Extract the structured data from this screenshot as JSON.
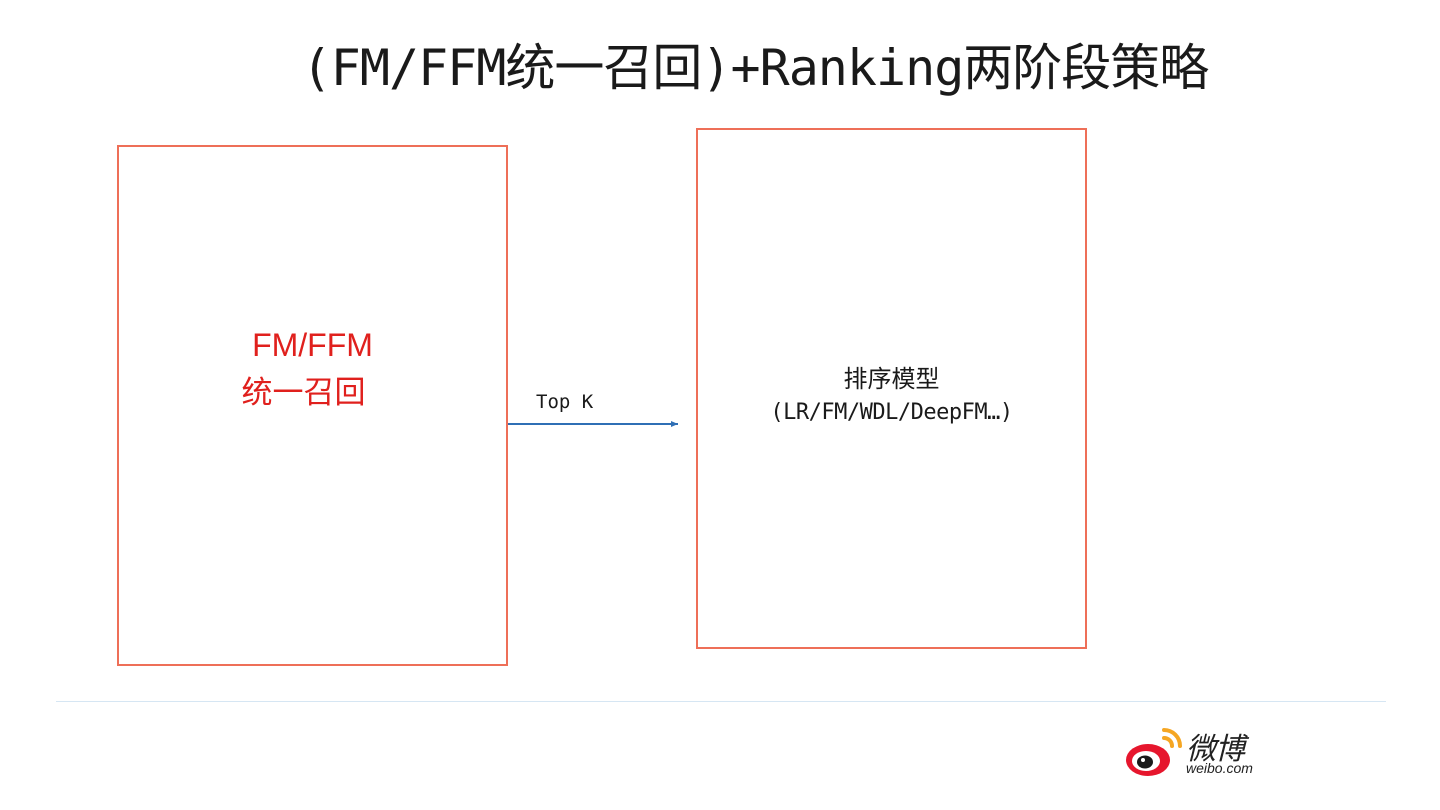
{
  "slide": {
    "title": "(FM/FFM统一召回)+Ranking两阶段策略"
  },
  "recall_box": {
    "title": "FM/FFM",
    "subtitle": "统一召回"
  },
  "ranking_box": {
    "title": "排序模型",
    "subtitle": "(LR/FM/WDL/DeepFM…)"
  },
  "arrow": {
    "label": "Top K"
  },
  "logo": {
    "glyphs": "微博",
    "domain": "weibo.com"
  },
  "colors": {
    "box_border": "#ee6f58",
    "recall_text": "#e0201d",
    "arrow": "#2f6fb5",
    "divider": "#d6e6f3"
  }
}
